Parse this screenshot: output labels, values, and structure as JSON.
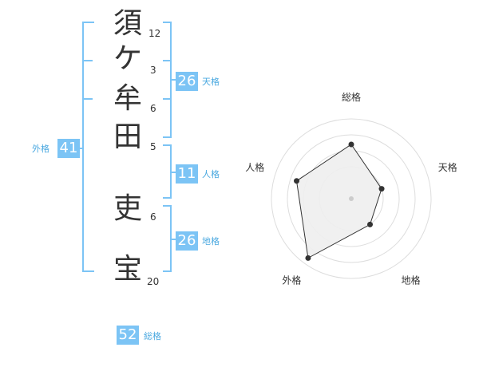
{
  "name": {
    "characters": [
      "須",
      "ケ",
      "牟",
      "田",
      "吏",
      "宝"
    ],
    "strokes": [
      "12",
      "3",
      "6",
      "5",
      "6",
      "20"
    ]
  },
  "fortunes": {
    "tenkaku": {
      "value": "26",
      "label": "天格"
    },
    "jinkaku": {
      "value": "11",
      "label": "人格"
    },
    "chikaku": {
      "value": "26",
      "label": "地格"
    },
    "gaikaku": {
      "value": "41",
      "label": "外格"
    },
    "soukaku": {
      "value": "52",
      "label": "総格"
    }
  },
  "radar": {
    "axes": [
      "総格",
      "天格",
      "地格",
      "外格",
      "人格"
    ],
    "values": [
      0.68,
      0.4,
      0.4,
      0.92,
      0.72
    ]
  },
  "colors": {
    "accent": "#7cc4f5",
    "accent_text": "#4aa8e0",
    "text": "#333333",
    "grid": "#dddddd",
    "polygon_fill": "#eeeeee"
  }
}
